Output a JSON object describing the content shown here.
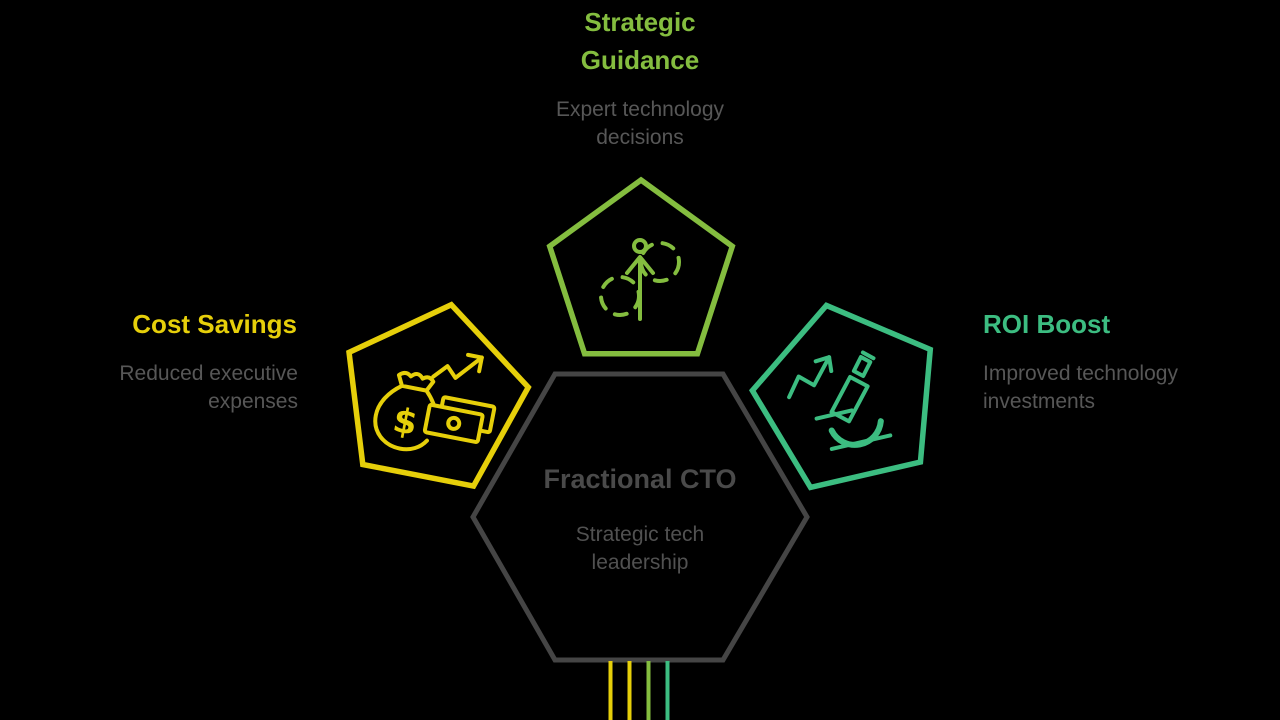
{
  "colors": {
    "background": "#000000",
    "green": "#84bd3f",
    "yellow": "#e6cf0a",
    "teal": "#3cbd81",
    "hexagon_stroke": "#454545",
    "muted_text": "#575757",
    "center_text": "#4a4a4a"
  },
  "center": {
    "title": "Fractional CTO",
    "subtitle": "Strategic tech leadership"
  },
  "items": [
    {
      "id": "strategic-guidance",
      "position": "top",
      "title": "Strategic Guidance",
      "subtitle": "Expert technology decisions",
      "color": "#84bd3f",
      "icon": "growth-arrow-icon"
    },
    {
      "id": "cost-savings",
      "position": "left",
      "title": "Cost Savings",
      "subtitle": "Reduced executive expenses",
      "color": "#e6cf0a",
      "icon": "money-bag-icon",
      "icon_currency_symbol": "$"
    },
    {
      "id": "roi-boost",
      "position": "right",
      "title": "ROI Boost",
      "subtitle": "Improved technology investments",
      "color": "#3cbd81",
      "icon": "microscope-icon"
    }
  ],
  "connector_lines": [
    {
      "color": "#e6cf0a"
    },
    {
      "color": "#e6cf0a"
    },
    {
      "color": "#84bd3f"
    },
    {
      "color": "#3cbd81"
    }
  ]
}
